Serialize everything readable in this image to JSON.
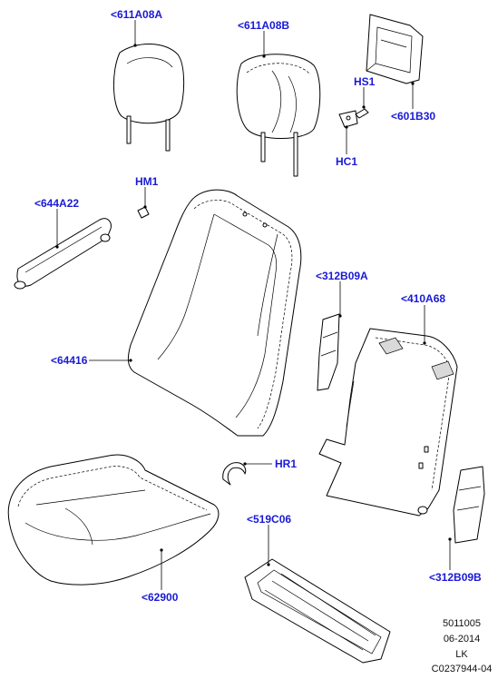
{
  "callouts": {
    "headrest_a": "<611A08A",
    "headrest_b": "<611A08B",
    "frame_601b30": "<601B30",
    "hs1": "HS1",
    "hc1": "HC1",
    "hm1": "HM1",
    "arm_644a22": "<644A22",
    "back_64416": "<64416",
    "clip_312b09a": "<312B09A",
    "panel_410a68": "<410A68",
    "hr1": "HR1",
    "grille_519c06": "<519C06",
    "cushion_62900": "<62900",
    "clip_312b09b": "<312B09B"
  },
  "footer": {
    "code": "5011005",
    "date": "06-2014",
    "initials": "LK",
    "ref": "C0237944-04"
  },
  "colors": {
    "callout_text": "#1a1ad6",
    "line_art": "#000000"
  }
}
